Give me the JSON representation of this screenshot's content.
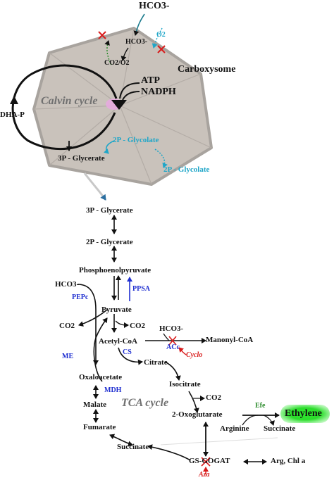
{
  "labels": {
    "hco3_top": "HCO3-",
    "hco3_inner": "HCO3-",
    "o2": "O2",
    "co2_o2": "CO2/O2",
    "carboxysome": "Carboxysome",
    "atp": "ATP",
    "nadph": "NADPH",
    "dha_p": "DHA-P",
    "calvin_cycle": "Calvin cycle",
    "glycolate_inner": "2P - Glycolate",
    "glycolate_outer": "2P - Glycolate",
    "p3_glycerate_inner": "3P - Glycerate",
    "p3_glycerate": "3P - Glycerate",
    "p2_glycerate": "2P - Glycerate",
    "pep": "Phosphoenolpyruvate",
    "hco3_pepc": "HCO3-",
    "pepc": "PEPc",
    "ppsa": "PPSA",
    "pyruvate": "Pyruvate",
    "co2_a": "CO2",
    "co2_b": "CO2",
    "hco3_acc": "HCO3-",
    "acc": "ACc",
    "malonyl": "Manonyl-CoA",
    "me": "ME",
    "acetyl": "Acetyl-CoA",
    "cyclo": "Cyclo",
    "cs": "CS",
    "citrate": "Citrate",
    "oxaloacetate": "Oxaloacetate",
    "mdh": "MDH",
    "isocitrate": "Isocitrate",
    "co2_c": "CO2",
    "malate": "Malate",
    "tca": "TCA cycle",
    "oxoglutarate": "2-Oxoglutarate",
    "efe": "Efe",
    "ethylene": "Ethylene",
    "fumarate": "Fumarate",
    "arginine": "Arginine",
    "succinate_efe": "Succinate",
    "succinate": "Succinate",
    "gs_gogat": "GS-GOGAT",
    "arg_chl": "Arg, Chl a",
    "aza": "Aza"
  },
  "colors": {
    "carboxysome_fill": "#c9c2bb",
    "enzyme_blue": "#1f2fd0",
    "glycolate_cyan": "#1fa6c8",
    "inhibitor_red": "#d81b1b",
    "efe_green": "#2a8a2a",
    "ethylene_glow": "#2eea2e"
  }
}
